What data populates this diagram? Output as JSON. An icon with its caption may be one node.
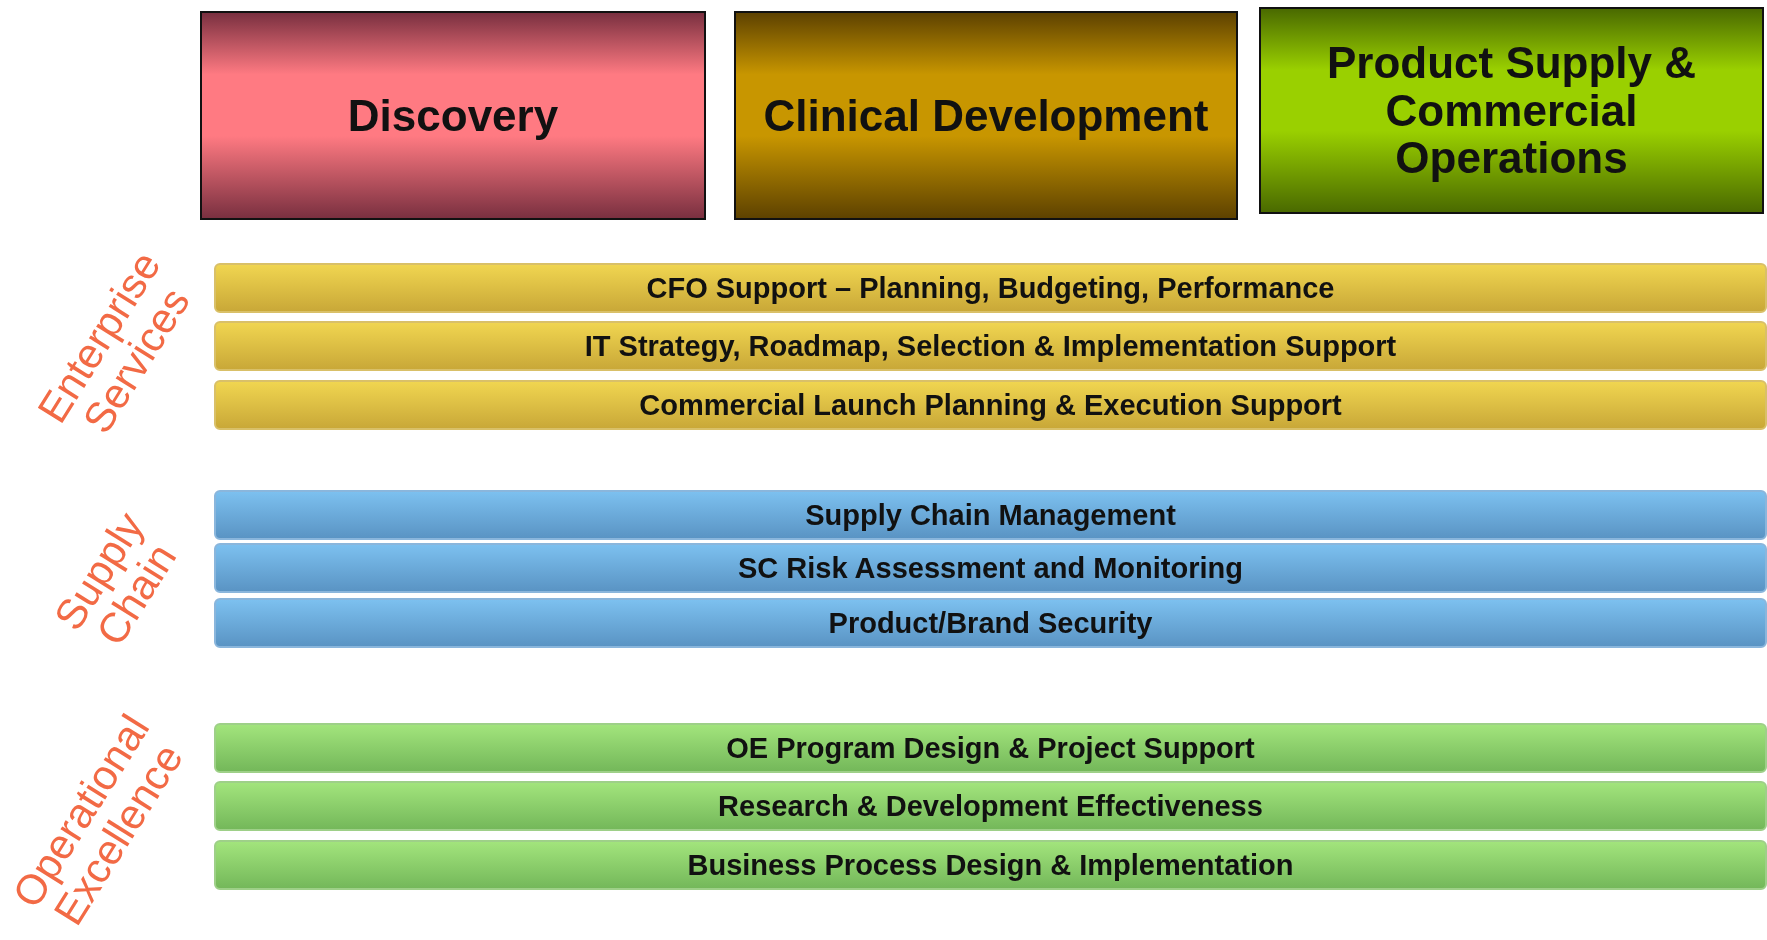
{
  "diagram": {
    "nodes": [
      {
        "text": [
          "Discovery"
        ]
      },
      {
        "text": [
          "Clinical Development"
        ]
      },
      {
        "text": [
          "Product Supply & Commercial Operations"
        ]
      },
      {
        "text": [
          "CFO Support – Planning, Budgeting, Performance"
        ]
      },
      {
        "text": [
          "IT Strategy, Roadmap, Selection & Implementation Support"
        ]
      },
      {
        "text": [
          "Commercial Launch Planning & Execution Support"
        ]
      },
      {
        "text": [
          "Supply Chain Management"
        ]
      },
      {
        "text": [
          "SC Risk Assessment and Monitoring"
        ]
      },
      {
        "text": [
          "Product/Brand Security"
        ]
      },
      {
        "text": [
          "OE Program Design & Project Support"
        ]
      },
      {
        "text": [
          "Research & Development Effectiveness"
        ]
      },
      {
        "text": [
          "Business Process Design & Implementation"
        ]
      }
    ],
    "edges": [],
    "labels": [
      "Enterprise Services",
      "Supply Chain",
      "Operational Excellence"
    ]
  }
}
